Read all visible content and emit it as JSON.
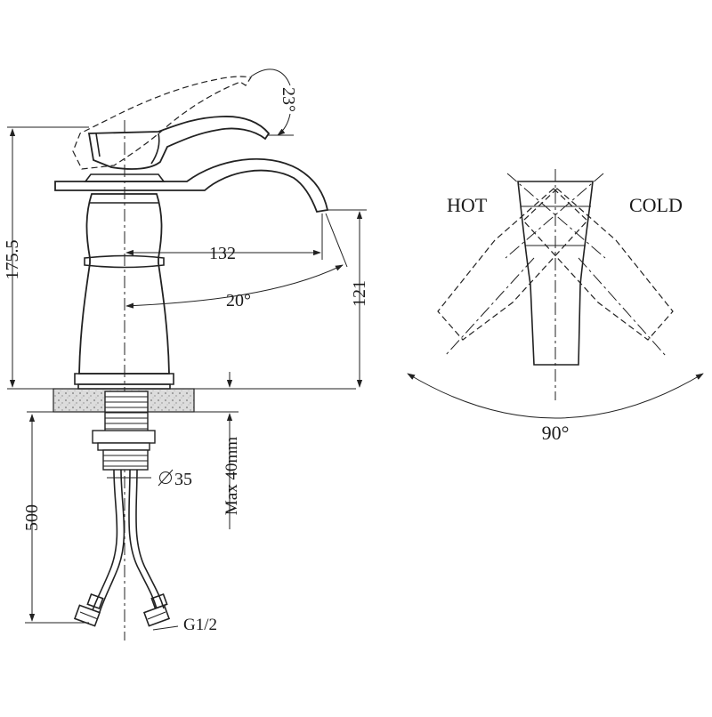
{
  "side_view": {
    "dim_height_total": "175.5",
    "dim_spout_height": "121",
    "dim_spout_reach": "132",
    "angle_spout": "20°",
    "angle_handle": "23°",
    "dim_thread_dia": "35",
    "dim_max_thickness": "Max 40mm",
    "dim_hose_length": "500",
    "hose_connector": "G1/2"
  },
  "top_view": {
    "label_hot": "HOT",
    "label_cold": "COLD",
    "angle_rotation": "90°"
  },
  "colors": {
    "line": "#222222",
    "background": "#ffffff",
    "counter_fill": "#d9d9d9"
  }
}
